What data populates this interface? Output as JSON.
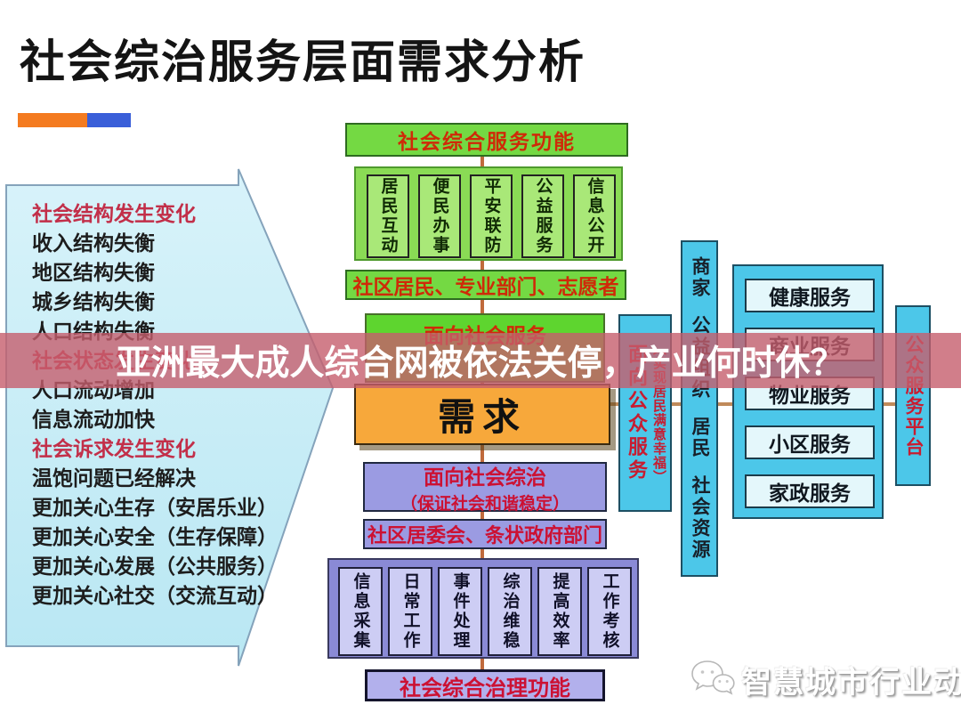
{
  "title": "社会综治服务层面需求分析",
  "overlay": {
    "headline": "亚洲最大成人综合网被依法关停，产业何时休？"
  },
  "arrow": {
    "items": [
      {
        "text": "社会结构发生变化",
        "emphasis": true
      },
      {
        "text": "收入结构失衡",
        "emphasis": false
      },
      {
        "text": "地区结构失衡",
        "emphasis": false
      },
      {
        "text": "城乡结构失衡",
        "emphasis": false
      },
      {
        "text": "人口结构失衡",
        "emphasis": false
      },
      {
        "text": "社会状态发生变化",
        "emphasis": true
      },
      {
        "text": "人口流动增加",
        "emphasis": false
      },
      {
        "text": "信息流动加快",
        "emphasis": false
      },
      {
        "text": "社会诉求发生变化",
        "emphasis": true
      },
      {
        "text": "温饱问题已经解决",
        "emphasis": false
      },
      {
        "text": "更加关心生存（安居乐业）",
        "emphasis": false
      },
      {
        "text": "更加关心安全（生存保障）",
        "emphasis": false
      },
      {
        "text": "更加关心发展（公共服务）",
        "emphasis": false
      },
      {
        "text": "更加关心社交（交流互动）",
        "emphasis": false
      }
    ]
  },
  "top_flow": {
    "header": "社会综合服务功能",
    "functions": [
      "居民互动",
      "便民办事",
      "平安联防",
      "公益服务",
      "信息公开"
    ],
    "participants": "社区居民、专业部门、志愿者",
    "orientation": "面向社会服务"
  },
  "demand_label": "需求",
  "bottom_flow": {
    "orientation": "面向社会综治",
    "orientation_sub": "（保证社会和谐稳定）",
    "participants": "社区居委会、条状政府部门",
    "functions": [
      "信息采集",
      "日常工作",
      "事件处理",
      "综治维稳",
      "提高效率",
      "工作考核"
    ],
    "footer": "社会综合治理功能"
  },
  "public_service": {
    "orientation": "面向公众服务",
    "orientation_sub": "（实现居民满意幸福）",
    "providers": [
      "商家",
      "公益组织",
      "居民",
      "社会资源"
    ],
    "services": [
      "健康服务",
      "商业服务",
      "物业服务",
      "小区服务",
      "家政服务"
    ],
    "platform": "公众服务平台"
  },
  "watermark": {
    "icon": "wechat-chat-bubbles-icon",
    "label": "智慧城市行业动态"
  },
  "colors": {
    "accent_orange": "#f47b20",
    "accent_blue": "#3a5fd9",
    "arrow_fill": "#c9edf6",
    "green": "#74d943",
    "green_light": "#a9e878",
    "orange_box": "#f7a83b",
    "purple": "#9b9be2",
    "purple_light": "#cdcdf4",
    "cyan": "#4cc7e9",
    "red_text": "#cc1133",
    "banner": "rgba(198,94,109,0.8)"
  }
}
